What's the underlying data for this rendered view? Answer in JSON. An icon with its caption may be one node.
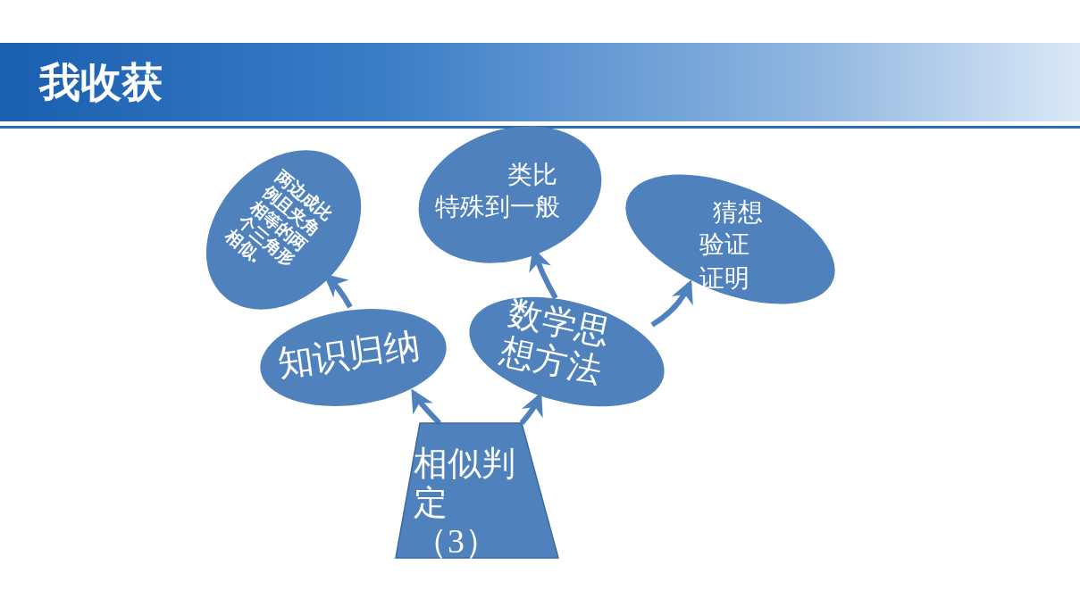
{
  "diagram": {
    "title": "我收获",
    "nodes": [
      {
        "text": [
          "相似判定（3）"
        ]
      },
      {
        "text": [
          "知识归纳"
        ]
      },
      {
        "text": [
          "数学思想方法"
        ]
      },
      {
        "text": [
          "两边成比例且**夹角**相等的两个三角形相似."
        ]
      },
      {
        "text": [
          "类比",
          "特殊到一般"
        ]
      },
      {
        "text": [
          "猜想",
          "验证",
          "证明"
        ]
      }
    ],
    "edges": [
      {
        "from": 0,
        "to": 1,
        "arrow": "to"
      },
      {
        "from": 0,
        "to": 2,
        "arrow": "to"
      },
      {
        "from": 1,
        "to": 3,
        "arrow": "to"
      },
      {
        "from": 2,
        "to": 4,
        "arrow": "to"
      },
      {
        "from": 2,
        "to": 5,
        "arrow": "to"
      }
    ]
  }
}
